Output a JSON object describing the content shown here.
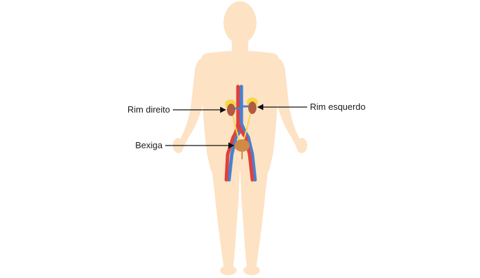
{
  "labels": {
    "right_kidney": "Rim direito",
    "left_kidney": "Rim esquerdo",
    "bladder": "Bexiga"
  },
  "colors": {
    "skin": "#fde2c4",
    "artery": "#e0403a",
    "vein": "#4a7fcf",
    "kidney": "#b35a3f",
    "adrenal": "#f4d84a",
    "bladder": "#cf8a4a",
    "leader": "#111111"
  }
}
